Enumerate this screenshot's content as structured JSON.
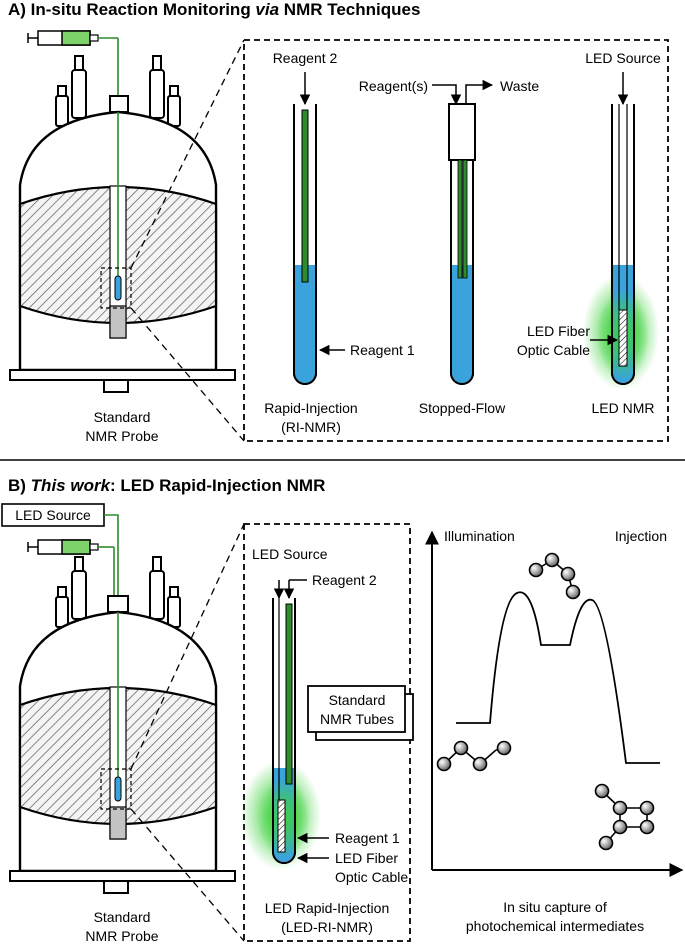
{
  "panel_a": {
    "title_prefix": "A) In-situ Reaction Monitoring ",
    "title_italic": "via",
    "title_suffix": " NMR Techniques",
    "probe_label_line1": "Standard",
    "probe_label_line2": "NMR Probe",
    "ri_top_label": "Reagent 2",
    "ri_arrow_label": "Reagent 1",
    "ri_caption_line1": "Rapid-Injection",
    "ri_caption_line2": "(RI-NMR)",
    "sf_top_left_label": "Reagent(s)",
    "sf_top_right_label": "Waste",
    "sf_caption": "Stopped-Flow",
    "led_top_label": "LED Source",
    "led_fiber_line1": "LED Fiber",
    "led_fiber_line2": "Optic Cable",
    "led_caption": "LED NMR"
  },
  "panel_b": {
    "title_prefix": "B) ",
    "title_italic": "This work",
    "title_suffix": ": LED Rapid-Injection NMR",
    "led_source_box": "LED Source",
    "probe_label_line1": "Standard",
    "probe_label_line2": "NMR Probe",
    "tube_led_label": "LED Source",
    "tube_reagent2_label": "Reagent 2",
    "tube_reagent1_label": "Reagent 1",
    "tube_fiber_line1": "LED Fiber",
    "tube_fiber_line2": "Optic Cable",
    "tube_caption_line1": "LED Rapid-Injection",
    "tube_caption_line2": "(LED-RI-NMR)",
    "tubes_box_line1": "Standard",
    "tubes_box_line2": "NMR Tubes",
    "profile_left_label": "Illumination",
    "profile_right_label": "Injection",
    "profile_caption_line1": "In situ capture of",
    "profile_caption_line2": "photochemical intermediates"
  },
  "colors": {
    "liquid": "#3aa3dc",
    "glow": "#3fd23f",
    "syringe": "#7ed36a",
    "wire": "#2e8b2e",
    "hatch": "#555555"
  }
}
